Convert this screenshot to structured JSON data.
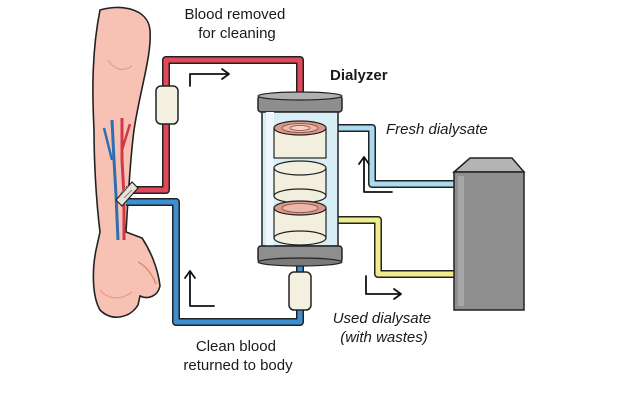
{
  "labels": {
    "blood_removed": [
      "Blood removed",
      "for cleaning"
    ],
    "dialyzer": "Dialyzer",
    "fresh_dialysate": "Fresh dialysate",
    "used_dialysate": [
      "Used dialysate",
      "(with wastes)"
    ],
    "clean_blood": [
      "Clean blood",
      "returned to body"
    ]
  },
  "colors": {
    "arterial_line": "#e0495a",
    "venous_line": "#3e8fd0",
    "fresh_dialysate_line": "#a9daf0",
    "used_dialysate_line": "#f0ee8c",
    "machine": "#8f8f8f",
    "skin": "#f7c2b4"
  },
  "icons": [
    "arm-illustration",
    "dialyzer-cylinder",
    "dialysis-machine",
    "flow-arrow",
    "pump-clamp"
  ]
}
